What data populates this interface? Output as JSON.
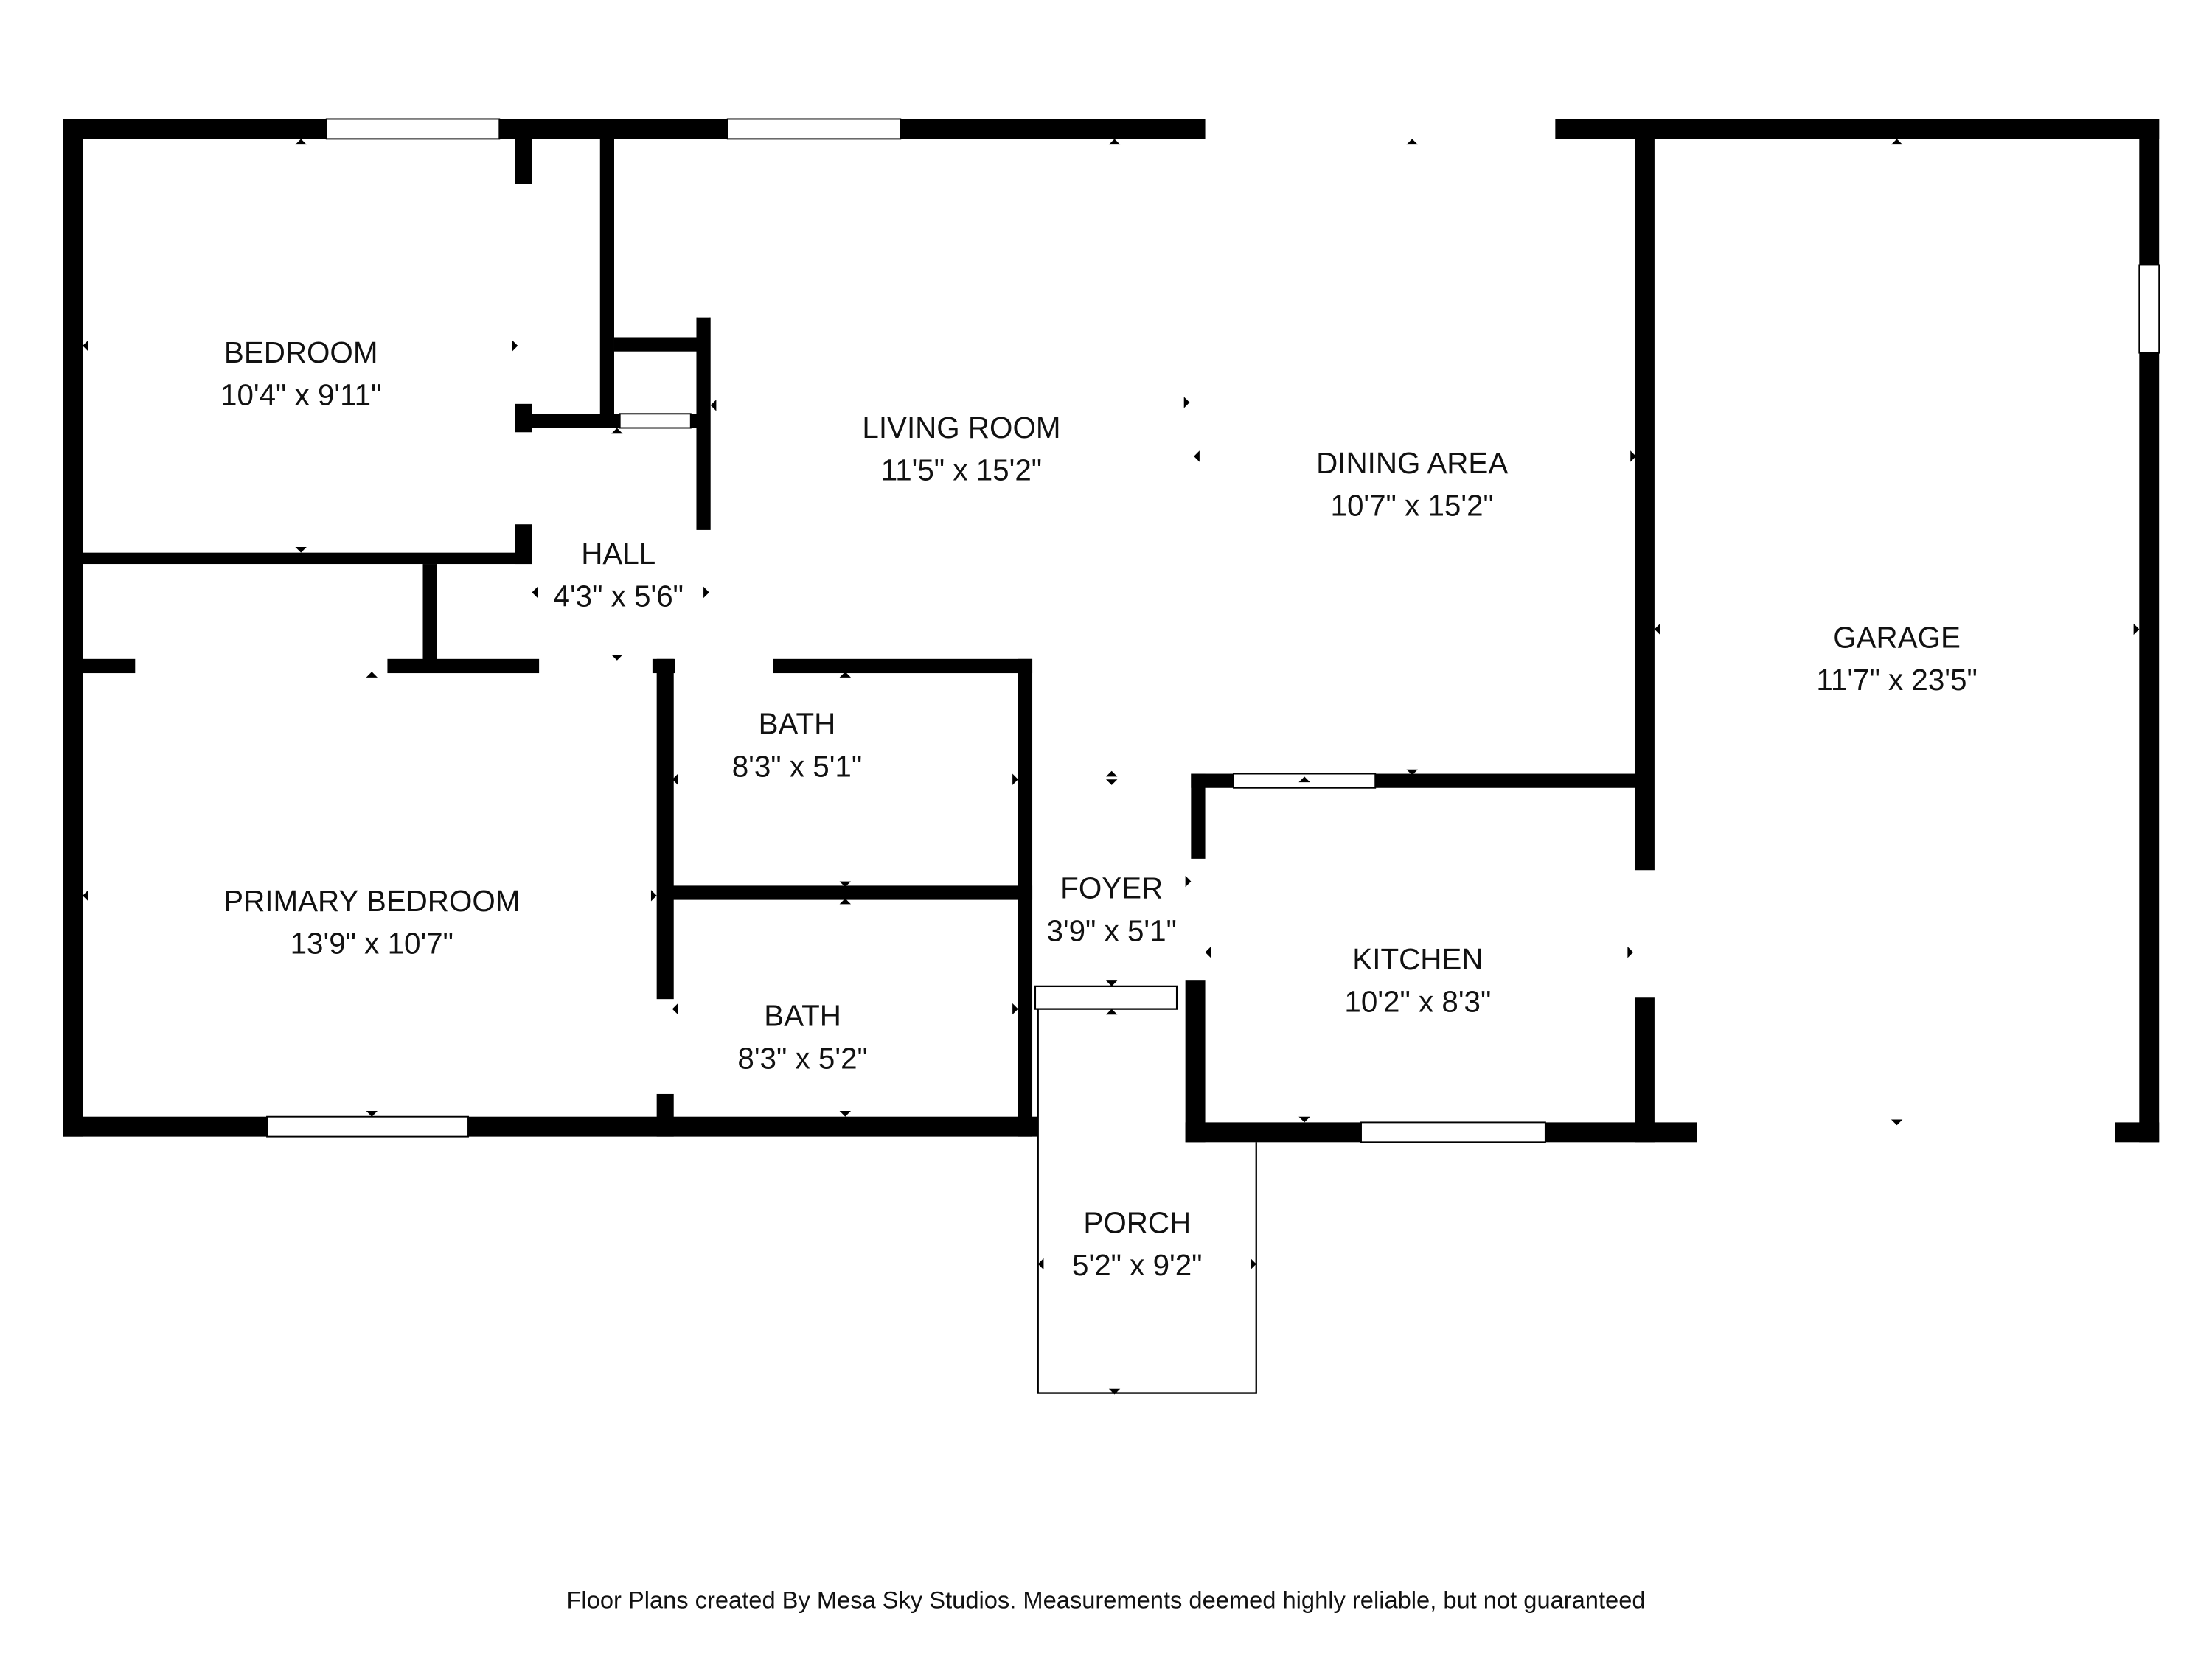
{
  "rooms": [
    {
      "name": "BEDROOM",
      "size": "10'4\" x 9'11\""
    },
    {
      "name": "LIVING ROOM",
      "size": "11'5\" x 15'2\""
    },
    {
      "name": "DINING AREA",
      "size": "10'7\" x 15'2\""
    },
    {
      "name": "GARAGE",
      "size": "11'7\" x 23'5\""
    },
    {
      "name": "HALL",
      "size": "4'3\" x 5'6\""
    },
    {
      "name": "BATH",
      "size": "8'3\" x 5'1\""
    },
    {
      "name": "PRIMARY BEDROOM",
      "size": "13'9\" x 10'7\""
    },
    {
      "name": "FOYER",
      "size": "3'9\" x 5'1\""
    },
    {
      "name": "KITCHEN",
      "size": "10'2\" x 8'3\""
    },
    {
      "name": "BATH",
      "size": "8'3\" x 5'2\""
    },
    {
      "name": "PORCH",
      "size": "5'2\" x 9'2\""
    }
  ],
  "footer": "Floor Plans created By Mesa Sky Studios. Measurements deemed highly reliable, but not guaranteed"
}
